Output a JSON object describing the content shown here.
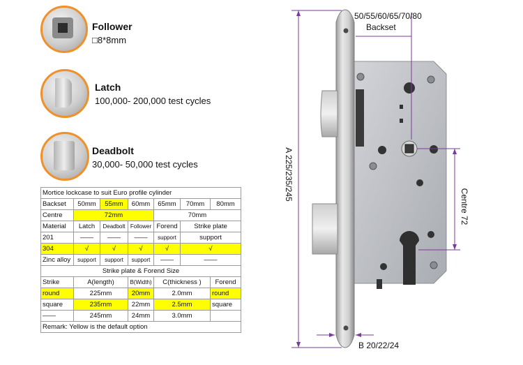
{
  "parts": [
    {
      "name": "Follower",
      "desc": "□8*8mm"
    },
    {
      "name": "Latch",
      "desc": "100,000- 200,000 test cycles"
    },
    {
      "name": "Deadbolt",
      "desc": "30,000- 50,000 test cycles"
    }
  ],
  "spec": {
    "title": "Mortice lockcase to suit Euro profile cylinder",
    "backset_label": "Backset",
    "backsets": [
      "50mm",
      "55mm",
      "60mm",
      "65mm",
      "70mm",
      "80mm"
    ],
    "centre_label": "Centre",
    "centre_values": [
      "72mm",
      "70mm"
    ],
    "material_header": [
      "Material",
      "Latch",
      "Deadbolt",
      "Follower",
      "Forend",
      "Strike plate"
    ],
    "materials": [
      [
        "201",
        "——",
        "——",
        "——",
        "support",
        "support"
      ],
      [
        "304",
        "√",
        "√",
        "√",
        "√",
        "√"
      ],
      [
        "Zinc alloy",
        "support",
        "support",
        "support",
        "——",
        "——"
      ]
    ],
    "size_title": "Strike plate & Forend Size",
    "size_header": [
      "Strike",
      "A(length)",
      "B(Width)",
      "C(thickness )",
      "Forend"
    ],
    "sizes": [
      [
        "round",
        "225mm",
        "20mm",
        "2.0mm",
        "round"
      ],
      [
        "square",
        "235mm",
        "22mm",
        "2.5mm",
        "square"
      ],
      [
        "——",
        "245mm",
        "24mm",
        "3.0mm",
        ""
      ]
    ],
    "remark": "Remark: Yellow is the default option",
    "default_color": "#ffff00"
  },
  "diagram": {
    "backset_values": "50/55/60/65/70/80",
    "backset_label": "Backset",
    "a_label": "A 225/235/245",
    "centre_label": "Centre  72",
    "b_label": "B 20/22/24",
    "dim_color": "#7a3a9a"
  }
}
